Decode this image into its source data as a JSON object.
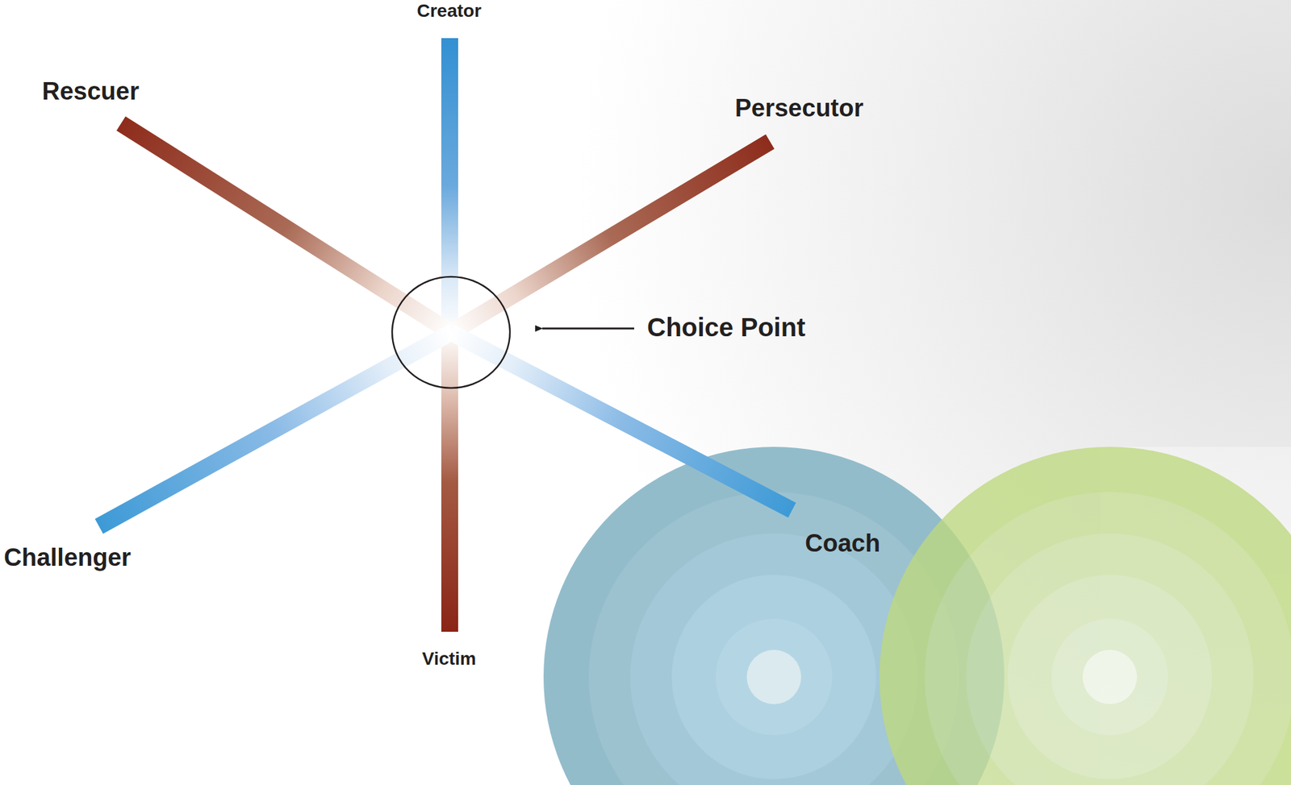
{
  "diagram": {
    "labels": [
      "Creator",
      "Rescuer",
      "Persecutor",
      "Choice Point",
      "Challenger",
      "Coach",
      "Victim"
    ]
  }
}
